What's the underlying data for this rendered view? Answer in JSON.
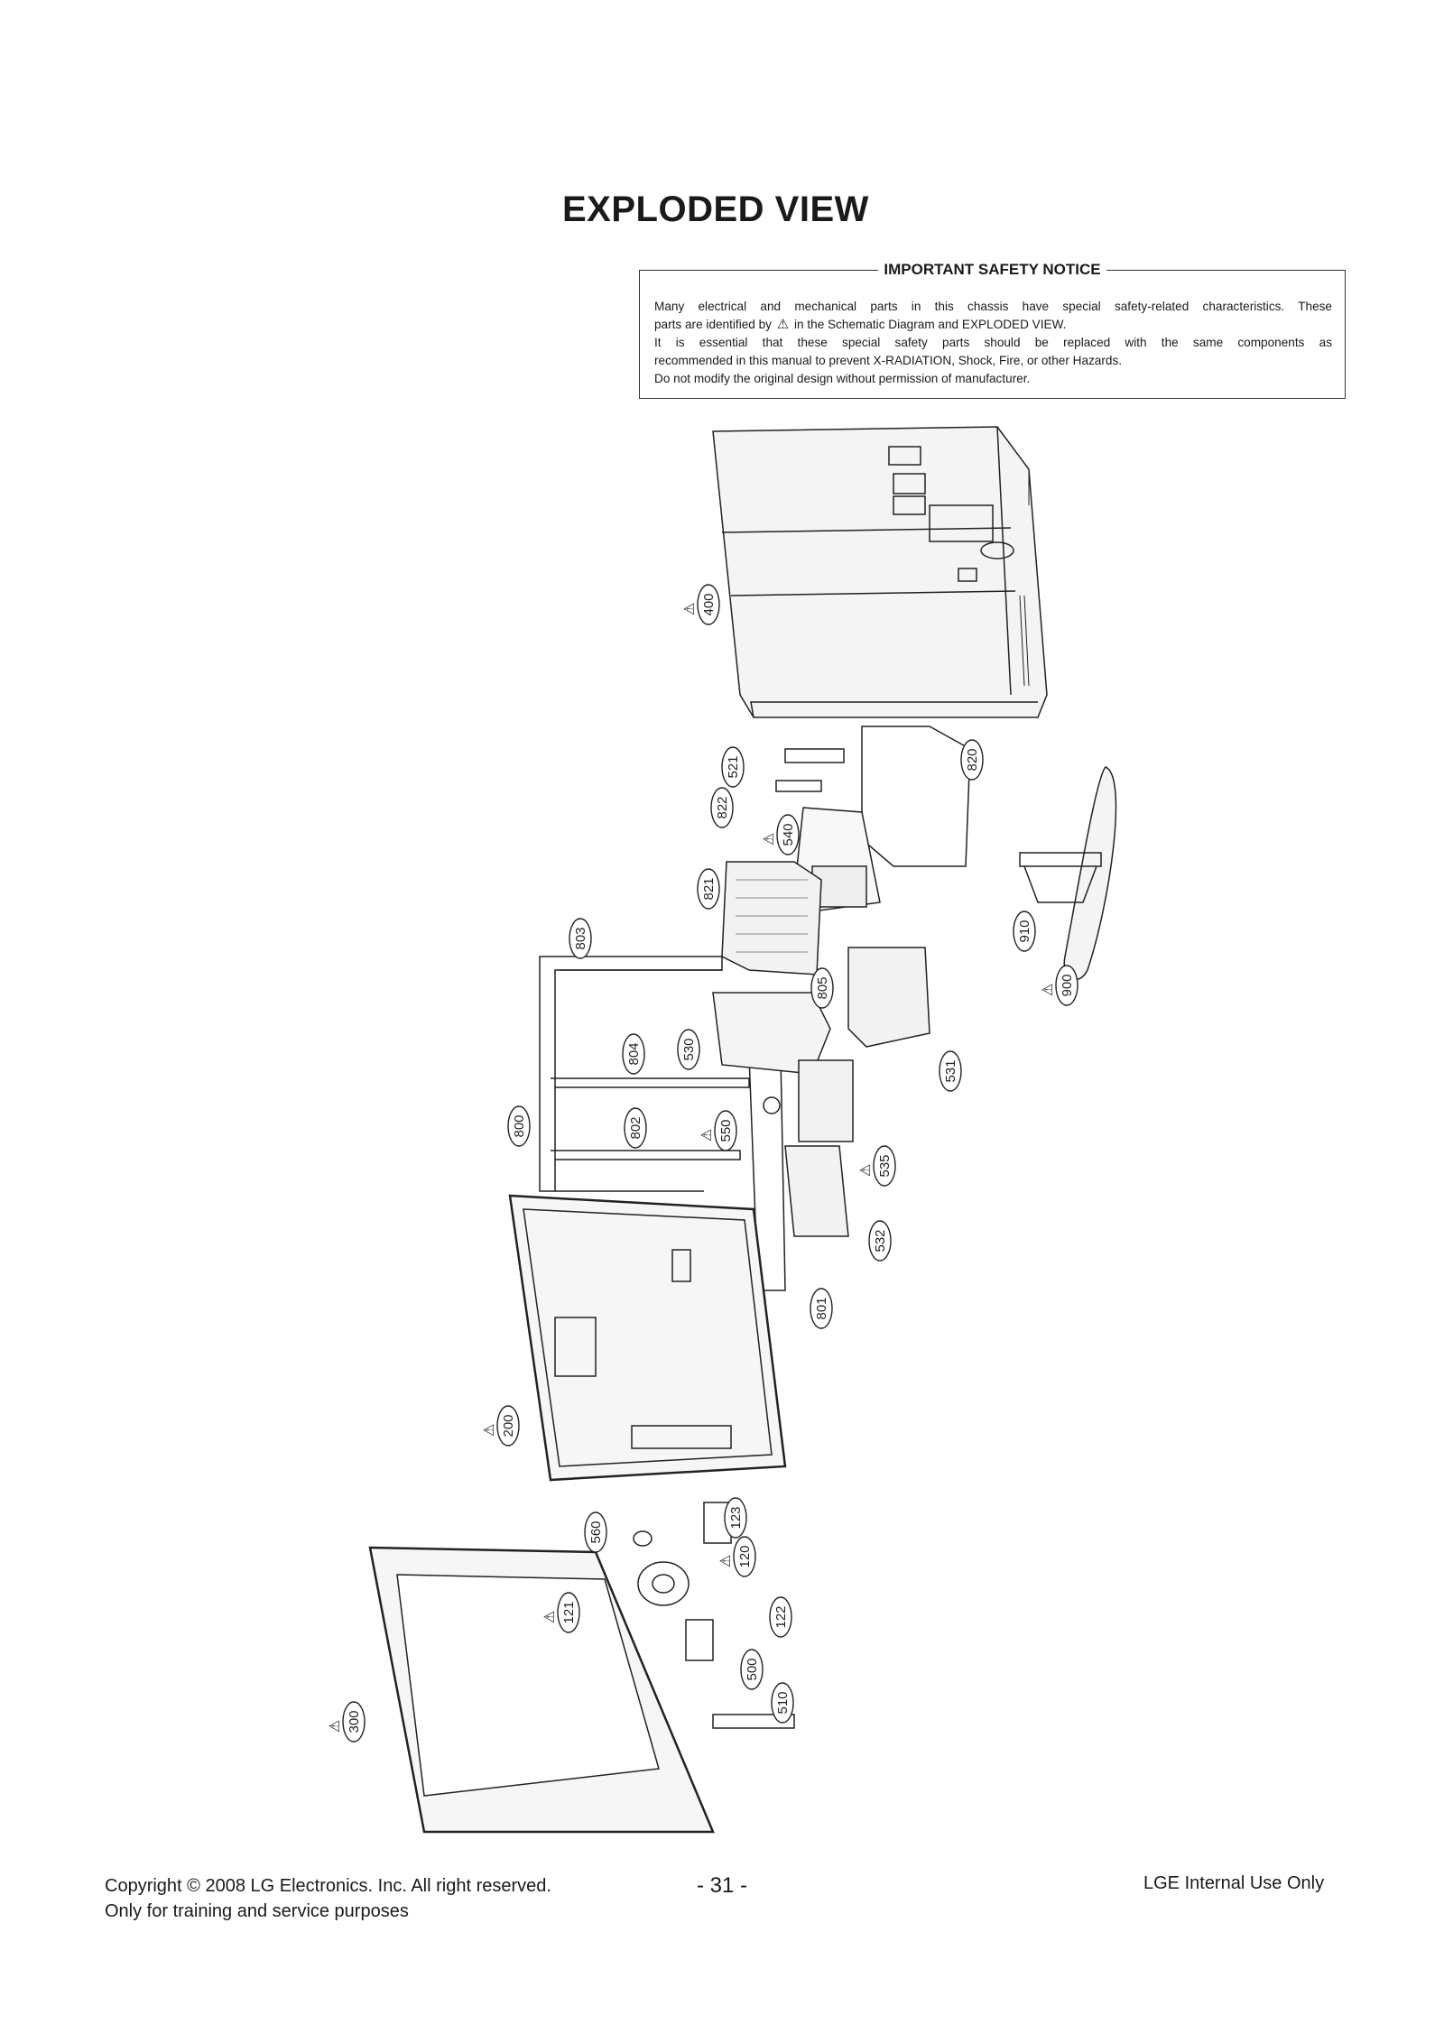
{
  "page": {
    "title": "EXPLODED VIEW"
  },
  "notice": {
    "heading": "IMPORTANT SAFETY NOTICE",
    "line1": "Many electrical and mechanical parts in this chassis have special safety-related characteristics. These",
    "line2a": "parts are identified by",
    "line2b": "in the Schematic Diagram and EXPLODED VIEW.",
    "line3": "It is essential that these special safety parts should be replaced with the same components as",
    "line4": "recommended in this manual to prevent X-RADIATION, Shock, Fire, or other Hazards.",
    "line5": "Do not modify the original design without permission of manufacturer.",
    "symbol": "⚠"
  },
  "parts": [
    {
      "id": "400",
      "safety": true
    },
    {
      "id": "521",
      "safety": false
    },
    {
      "id": "822",
      "safety": false
    },
    {
      "id": "540",
      "safety": true
    },
    {
      "id": "820",
      "safety": false
    },
    {
      "id": "821",
      "safety": false
    },
    {
      "id": "910",
      "safety": false
    },
    {
      "id": "900",
      "safety": true
    },
    {
      "id": "803",
      "safety": false
    },
    {
      "id": "805",
      "safety": false
    },
    {
      "id": "530",
      "safety": false
    },
    {
      "id": "804",
      "safety": false
    },
    {
      "id": "531",
      "safety": false
    },
    {
      "id": "800",
      "safety": false
    },
    {
      "id": "802",
      "safety": false
    },
    {
      "id": "550",
      "safety": true
    },
    {
      "id": "535",
      "safety": true
    },
    {
      "id": "532",
      "safety": false
    },
    {
      "id": "801",
      "safety": false
    },
    {
      "id": "200",
      "safety": true
    },
    {
      "id": "123",
      "safety": false
    },
    {
      "id": "560",
      "safety": false
    },
    {
      "id": "120",
      "safety": true
    },
    {
      "id": "121",
      "safety": true
    },
    {
      "id": "122",
      "safety": false
    },
    {
      "id": "500",
      "safety": false
    },
    {
      "id": "510",
      "safety": false
    },
    {
      "id": "300",
      "safety": true
    }
  ],
  "footer": {
    "copyright": "Copyright  © 2008 LG Electronics. Inc. All right reserved.",
    "purpose": "Only for training and service purposes",
    "page_number": "- 31 -",
    "internal": "LGE Internal Use Only"
  }
}
